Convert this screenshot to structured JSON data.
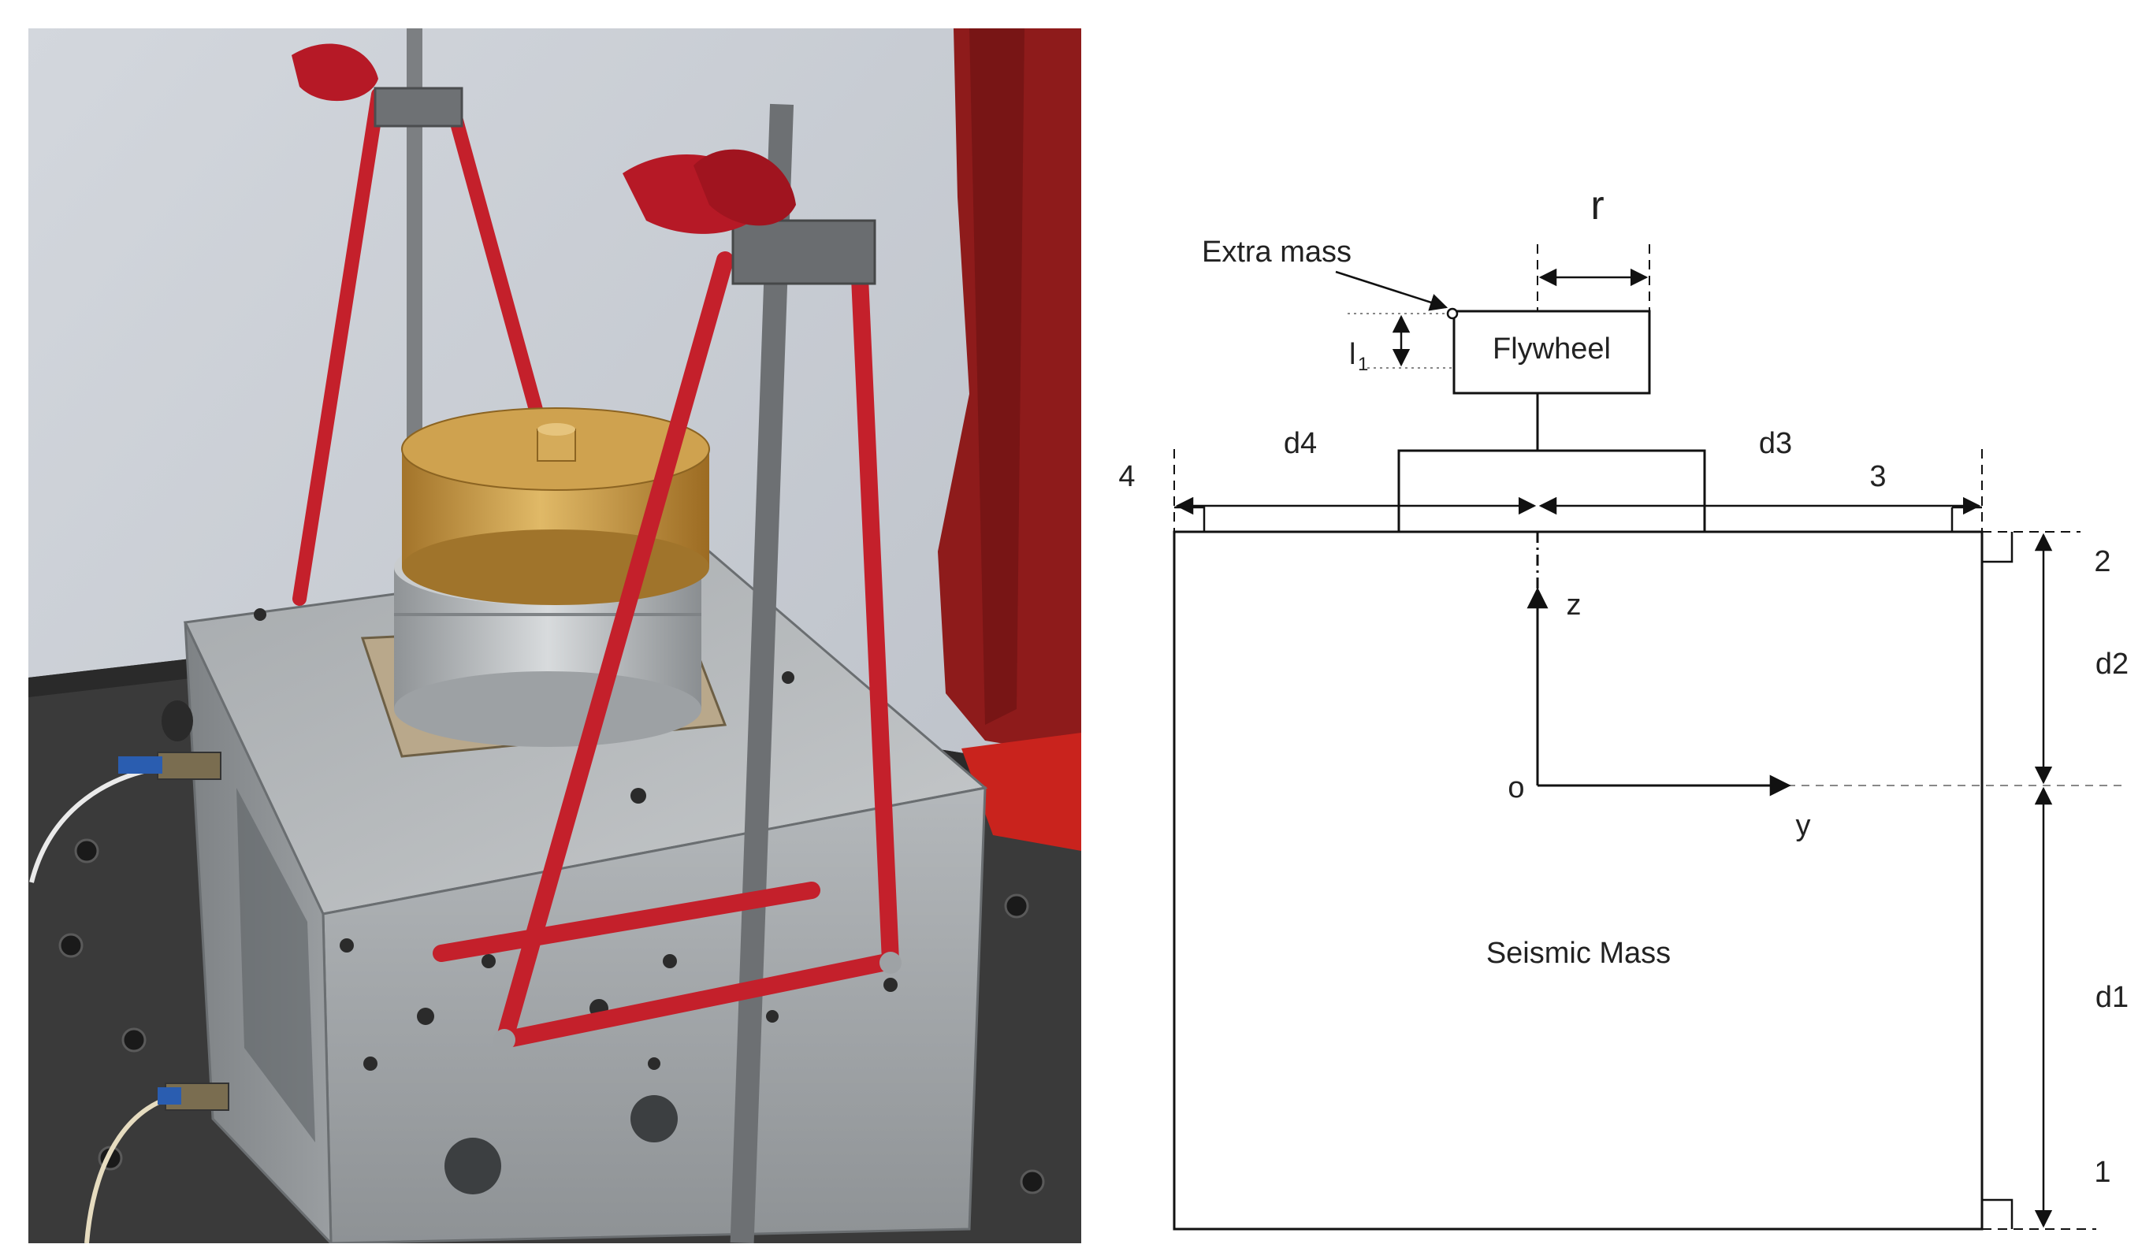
{
  "photo": {
    "colors": {
      "wall": "#c9ced6",
      "rope": "#c4202b",
      "brass": "#c79a43",
      "aluminum": "#aeb2b5",
      "table": "#3a3a3a",
      "curtain": "#8e1b1b"
    }
  },
  "diagram": {
    "labels": {
      "r": "r",
      "extra_mass": "Extra mass",
      "l1_main": "l",
      "l1_sub": "1",
      "flywheel": "Flywheel",
      "d4": "d4",
      "d3": "d3",
      "n4": "4",
      "n3": "3",
      "n2": "2",
      "d2": "d2",
      "z": "z",
      "o": "o",
      "y": "y",
      "seismic_mass": "Seismic Mass",
      "d1": "d1",
      "n1": "1"
    },
    "colors": {
      "line": "#111111",
      "dotted": "#888888"
    }
  }
}
